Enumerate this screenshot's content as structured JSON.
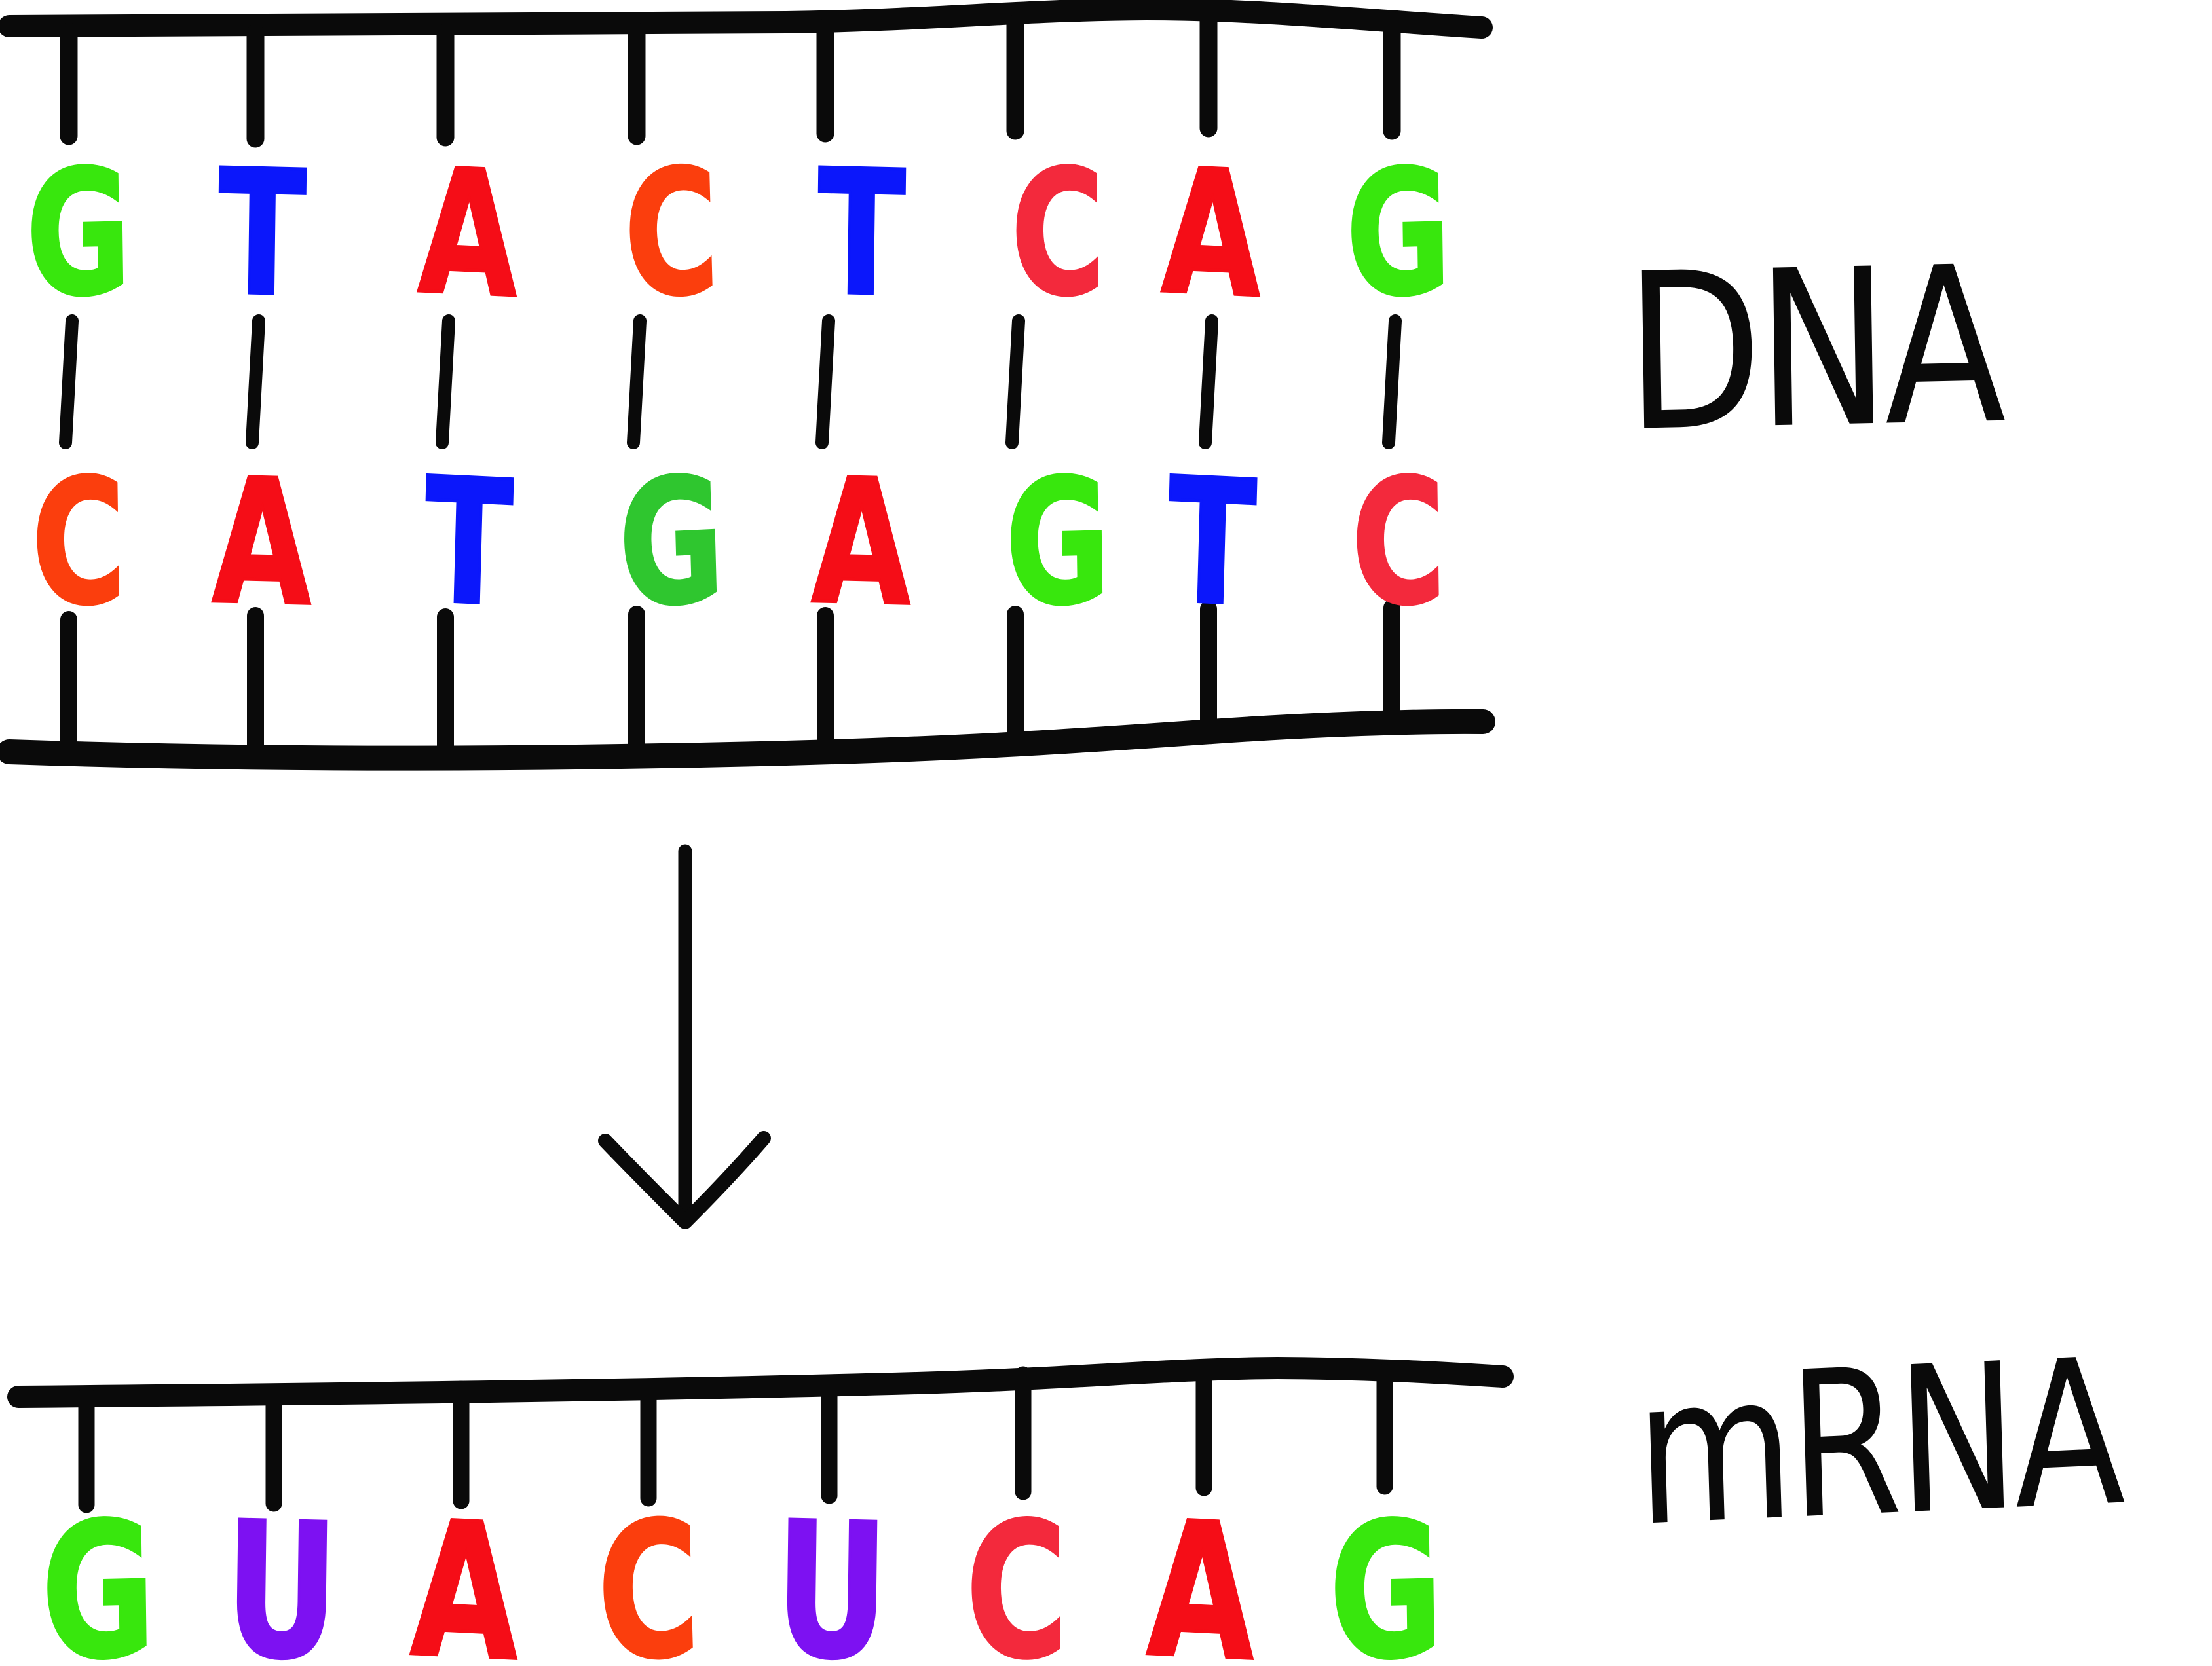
{
  "diagram": {
    "background_color": "#ffffff",
    "ink_color": "#0a0a0a",
    "dna_label": "DNA",
    "mrna_label": "mRNA",
    "transcription_arrow": {
      "direction": "down"
    },
    "dna_top_strand": [
      {
        "base": "G",
        "color": "#38e70d"
      },
      {
        "base": "T",
        "color": "#0b17fb"
      },
      {
        "base": "A",
        "color": "#f50d17"
      },
      {
        "base": "C",
        "color": "#fb3e0d"
      },
      {
        "base": "T",
        "color": "#0b17fb"
      },
      {
        "base": "C",
        "color": "#f3293c"
      },
      {
        "base": "A",
        "color": "#f50d17"
      },
      {
        "base": "G",
        "color": "#38e70d"
      }
    ],
    "dna_bottom_strand": [
      {
        "base": "C",
        "color": "#fb3e0d"
      },
      {
        "base": "A",
        "color": "#f50d17"
      },
      {
        "base": "T",
        "color": "#0b17fb"
      },
      {
        "base": "G",
        "color": "#2fc62f"
      },
      {
        "base": "A",
        "color": "#f50d17"
      },
      {
        "base": "G",
        "color": "#38e70d"
      },
      {
        "base": "T",
        "color": "#0b17fb"
      },
      {
        "base": "C",
        "color": "#f3293c"
      }
    ],
    "mrna_strand": [
      {
        "base": "G",
        "color": "#38e70d"
      },
      {
        "base": "U",
        "color": "#7d11f2"
      },
      {
        "base": "A",
        "color": "#f50d17"
      },
      {
        "base": "C",
        "color": "#fb3e0d"
      },
      {
        "base": "U",
        "color": "#7d11f2"
      },
      {
        "base": "C",
        "color": "#f3293c"
      },
      {
        "base": "A",
        "color": "#f50d17"
      },
      {
        "base": "G",
        "color": "#38e70d"
      }
    ]
  }
}
